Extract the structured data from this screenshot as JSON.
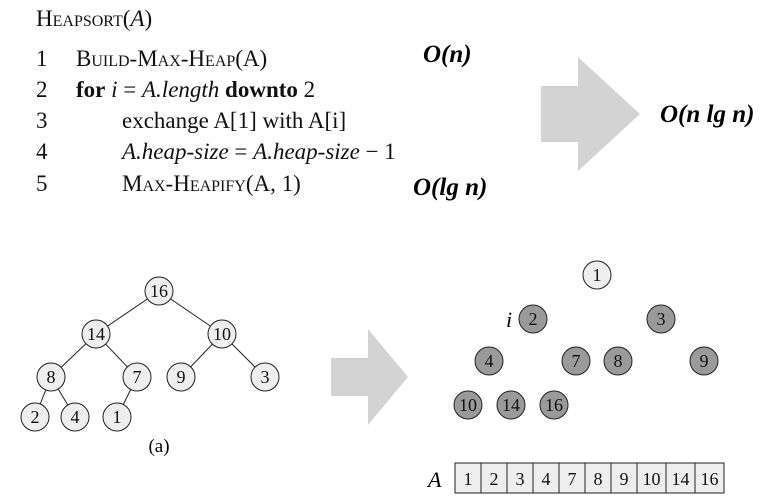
{
  "algorithm": {
    "name": "Heapsort",
    "param": "A",
    "lines": [
      {
        "num": "1",
        "text": "Build-Max-Heap(A)"
      },
      {
        "num": "2",
        "kw1": "for",
        "var": "i",
        "eq": "=",
        "expr": "A.length",
        "kw2": "downto",
        "end": "2"
      },
      {
        "num": "3",
        "text": "exchange A[1] with A[i]"
      },
      {
        "num": "4",
        "lhs": "A.heap-size",
        "eq": "=",
        "rhs": "A.heap-size",
        "minus": "− 1"
      },
      {
        "num": "5",
        "text": "Max-Heapify(A, 1)"
      }
    ]
  },
  "complexity": {
    "build": "O(n)",
    "heapify": "O(lg n)",
    "total": "O(n lg n)"
  },
  "tree_a": {
    "caption": "(a)",
    "nodes": [
      "16",
      "14",
      "10",
      "8",
      "7",
      "9",
      "3",
      "2",
      "4",
      "1"
    ],
    "edges": [
      [
        0,
        1
      ],
      [
        0,
        2
      ],
      [
        1,
        3
      ],
      [
        1,
        4
      ],
      [
        2,
        5
      ],
      [
        2,
        6
      ],
      [
        3,
        7
      ],
      [
        3,
        8
      ],
      [
        4,
        9
      ]
    ]
  },
  "tree_b": {
    "pointer_label": "i",
    "nodes": [
      {
        "value": "1",
        "state": "light"
      },
      {
        "value": "2",
        "state": "dark"
      },
      {
        "value": "3",
        "state": "dark"
      },
      {
        "value": "4",
        "state": "dark"
      },
      {
        "value": "7",
        "state": "dark"
      },
      {
        "value": "8",
        "state": "dark"
      },
      {
        "value": "9",
        "state": "dark"
      },
      {
        "value": "10",
        "state": "dark"
      },
      {
        "value": "14",
        "state": "dark"
      },
      {
        "value": "16",
        "state": "dark"
      }
    ]
  },
  "array": {
    "label": "A",
    "values": [
      "1",
      "2",
      "3",
      "4",
      "7",
      "8",
      "9",
      "10",
      "14",
      "16"
    ]
  },
  "colors": {
    "arrow": "#d3d3d3",
    "node_light": "#eeeeee",
    "node_dark": "#9a9a9a",
    "array_cell": "#eeeeee",
    "stroke": "#222222"
  }
}
